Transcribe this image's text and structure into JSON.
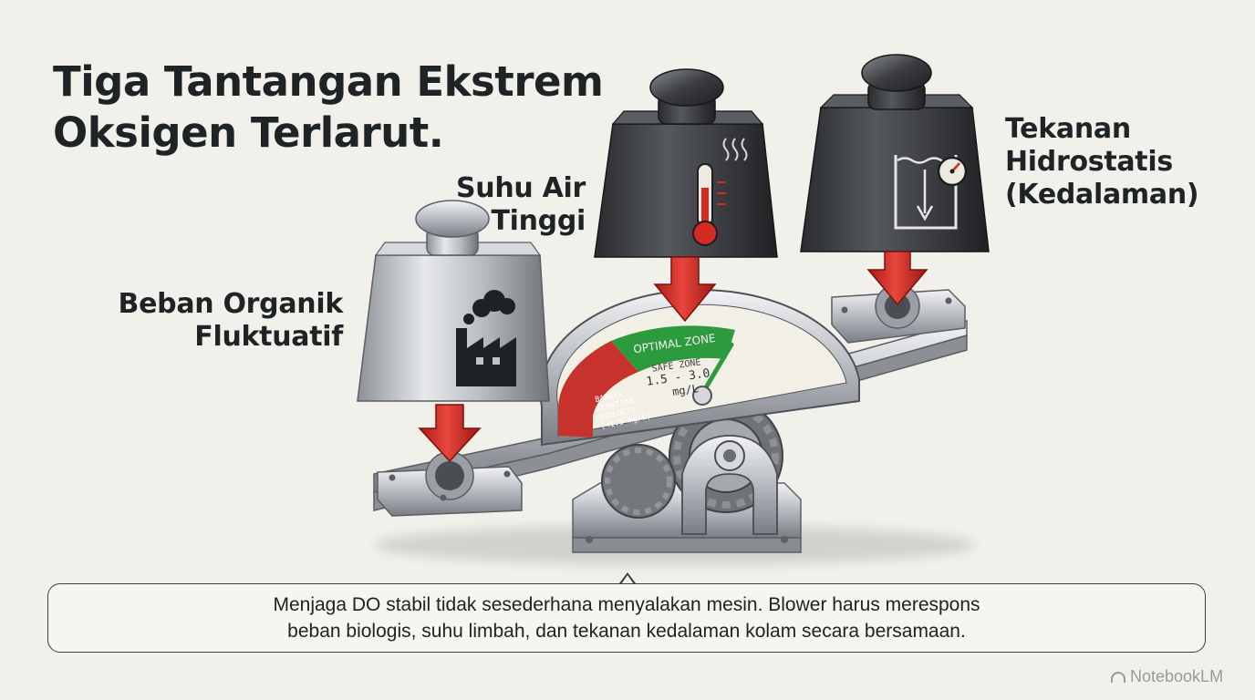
{
  "title": {
    "line1": "Tiga Tantangan Ekstrem",
    "line2": "Oksigen Terlarut."
  },
  "labels": {
    "organic": {
      "line1": "Beban Organik",
      "line2": "Fluktuatif"
    },
    "temperature": {
      "line1": "Suhu Air",
      "line2": "Tinggi"
    },
    "pressure": {
      "line1": "Tekanan",
      "line2": "Hidrostatis",
      "line3": "(Kedalaman)"
    }
  },
  "gauge": {
    "optimal_label": "OPTIMAL ZONE",
    "safe_label": "SAFE ZONE",
    "safe_range": "1.5 - 3.0",
    "unit": "mg/L",
    "danger_line1": "BAHAYA",
    "danger_line2": "KEMATIAN",
    "danger_line3": "BIOLOGIS",
    "danger_line4": "(<1.5 mg/L)"
  },
  "caption": {
    "line1": "Menjaga DO stabil tidak sesederhana menyalakan mesin. Blower harus merespons",
    "line2": "beban biologis, suhu limbah, dan tekanan kedalaman kolam secara bersamaan."
  },
  "watermark": "NotebookLM",
  "icons": [
    "factory-icon",
    "thermometer-icon",
    "heat-waves-icon",
    "water-depth-icon",
    "pressure-gauge-icon",
    "down-arrow-icon",
    "gear-icon"
  ],
  "colors": {
    "arrow": "#d42a22",
    "danger": "#c8322c",
    "optimal": "#2e9a3e",
    "safe": "#ece7dc",
    "title": "#1e2426"
  }
}
